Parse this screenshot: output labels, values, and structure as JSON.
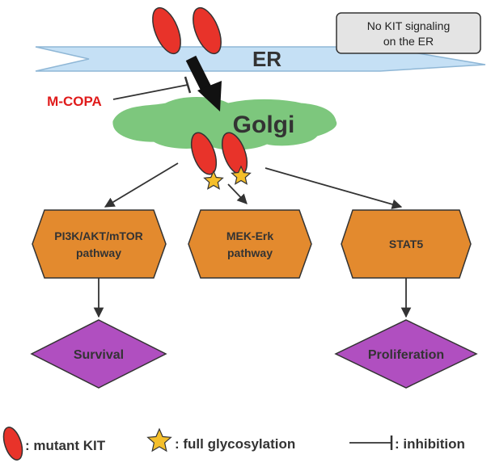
{
  "er": {
    "label": "ER"
  },
  "golgi": {
    "label": "Golgi"
  },
  "note": {
    "line1": "No KIT signaling",
    "line2": "on the ER"
  },
  "inhibitor": {
    "label": "M-COPA"
  },
  "pathways": [
    {
      "line1": "PI3K/AKT/mTOR",
      "line2": "pathway"
    },
    {
      "line1": "MEK-Erk",
      "line2": "pathway"
    },
    {
      "line1": "STAT5",
      "line2": ""
    }
  ],
  "outcomes": [
    {
      "label": "Survival"
    },
    {
      "label": "Proliferation"
    }
  ],
  "legend": {
    "mutant_kit": ": mutant KIT",
    "full_glycosylation": ": full glycosylation",
    "inhibition": ": inhibition"
  },
  "colors": {
    "kit_red": "#e8332a",
    "er_blue": "#c5e0f5",
    "golgi_green": "#7dc77d",
    "pathway_orange": "#e38a2e",
    "outcome_purple": "#b04fc0",
    "inhibitor_red": "#e01b1b",
    "star_yellow": "#f5bf2a"
  }
}
